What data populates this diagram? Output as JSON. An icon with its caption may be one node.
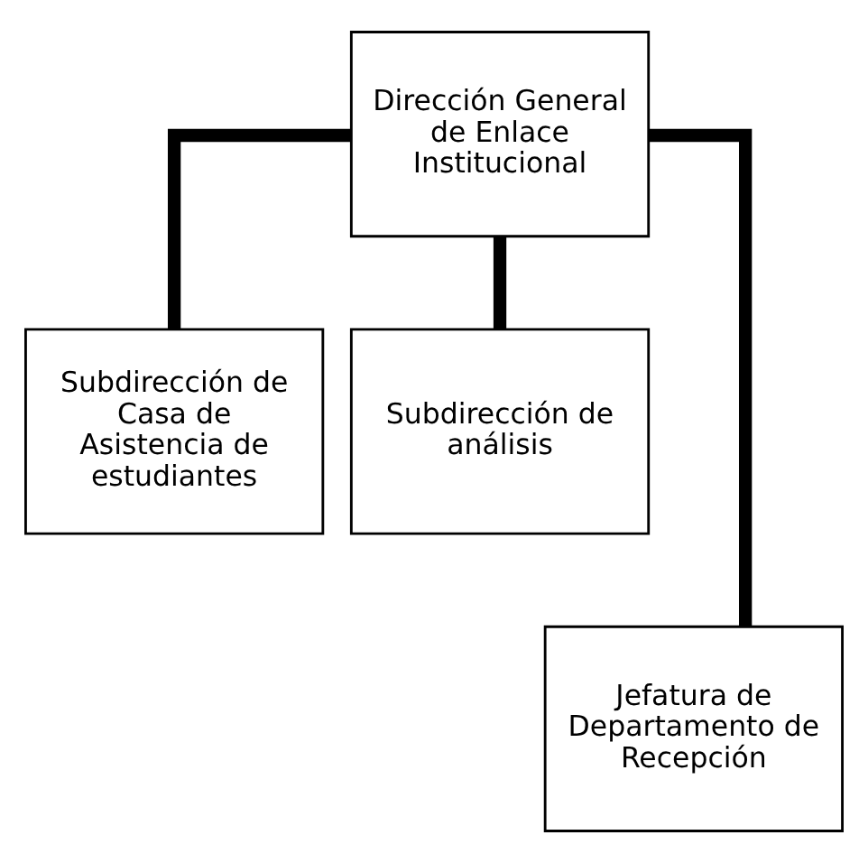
{
  "diagram": {
    "nodes": [
      {
        "text": [
          "Dirección General de Enlace Institucional"
        ]
      },
      {
        "text": [
          "Subdirección de Casa de Asistencia de estudiantes"
        ]
      },
      {
        "text": [
          "Subdirección de análisis"
        ]
      },
      {
        "text": [
          "Jefatura de Departamento de Recepción"
        ]
      }
    ],
    "edges": [
      {
        "from": 0,
        "to": 1,
        "arrow": "none"
      },
      {
        "from": 0,
        "to": 2,
        "arrow": "none"
      },
      {
        "from": 0,
        "to": 3,
        "arrow": "none"
      }
    ]
  }
}
